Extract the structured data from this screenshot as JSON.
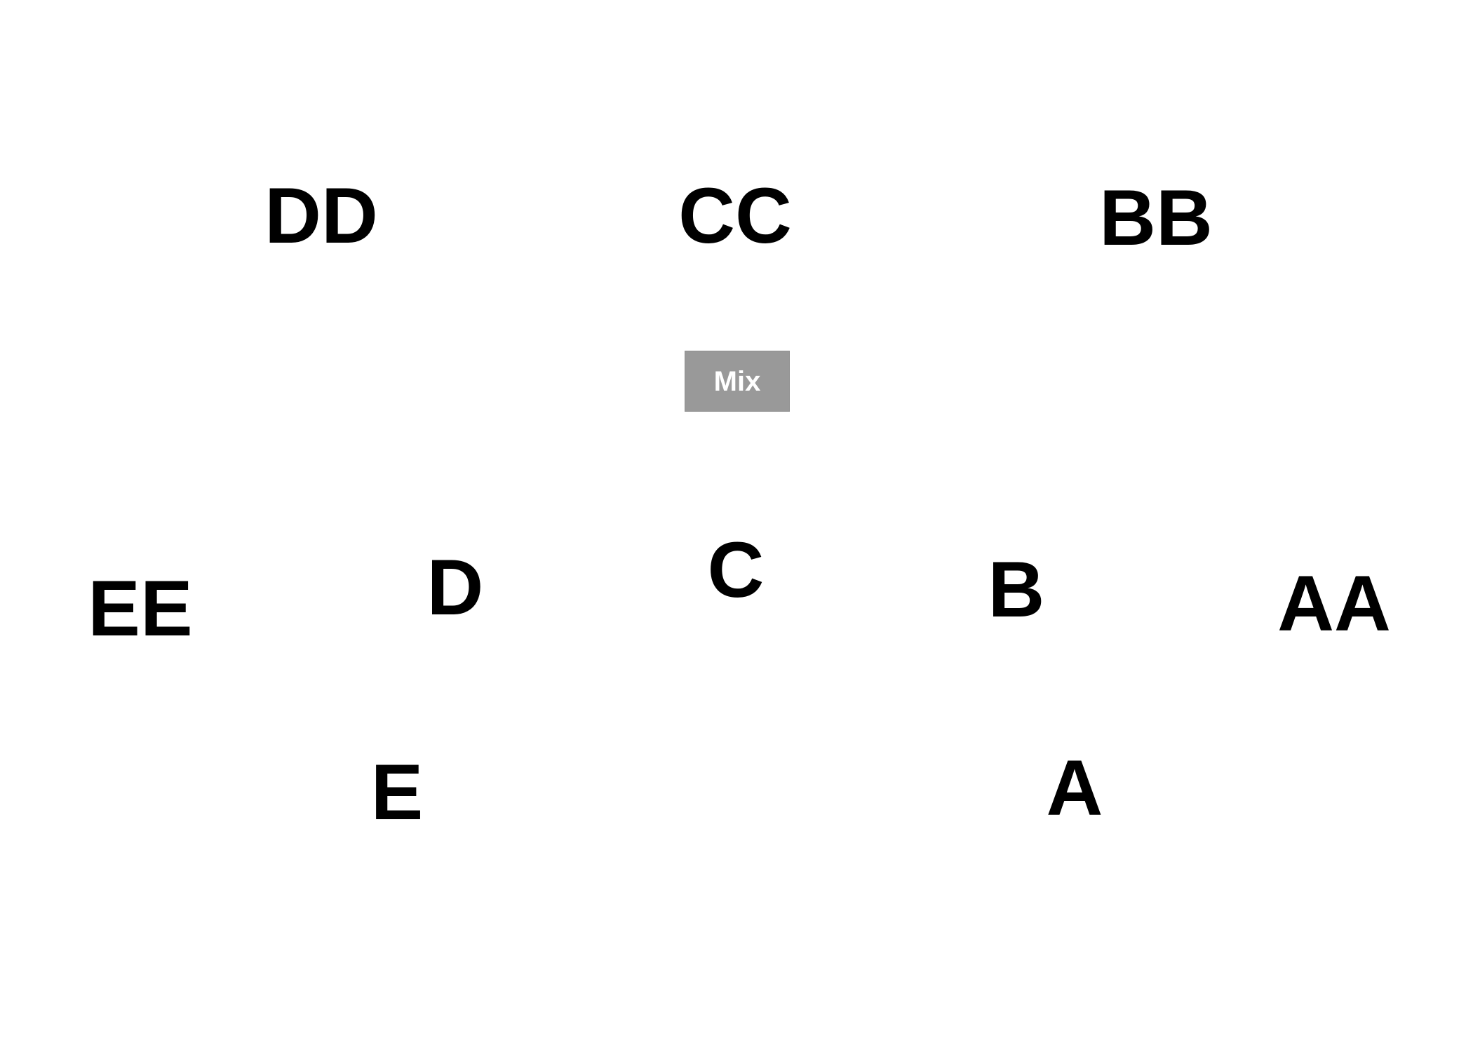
{
  "labels": {
    "dd": "DD",
    "cc": "CC",
    "bb": "BB",
    "ee": "EE",
    "d": "D",
    "c": "C",
    "b": "B",
    "aa": "AA",
    "e": "E",
    "a": "A"
  },
  "mix_button": {
    "label": "Mix"
  },
  "colors": {
    "text": "#000000",
    "button_bg": "#999999",
    "button_text": "#ffffff",
    "background": "#ffffff"
  }
}
